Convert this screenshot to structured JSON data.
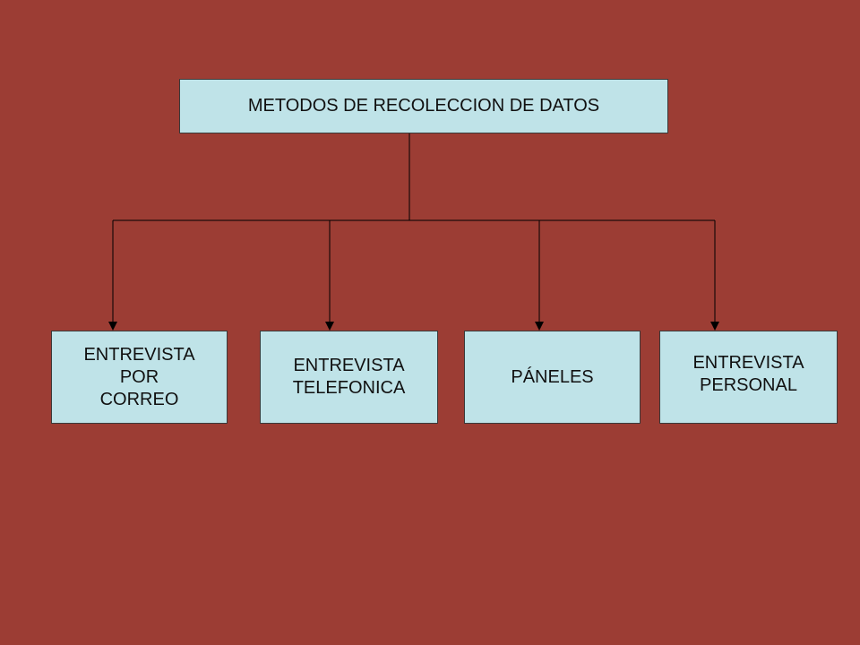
{
  "colors": {
    "background": "#9c3d34",
    "box_fill": "#bfe3e8",
    "line": "#000000"
  },
  "diagram": {
    "root": {
      "label": "METODOS DE RECOLECCION DE DATOS"
    },
    "children": [
      {
        "label": "ENTREVISTA\nPOR\nCORREO"
      },
      {
        "label": "ENTREVISTA\nTELEFONICA"
      },
      {
        "label": "PÁNELES"
      },
      {
        "label": "ENTREVISTA\nPERSONAL"
      }
    ]
  }
}
